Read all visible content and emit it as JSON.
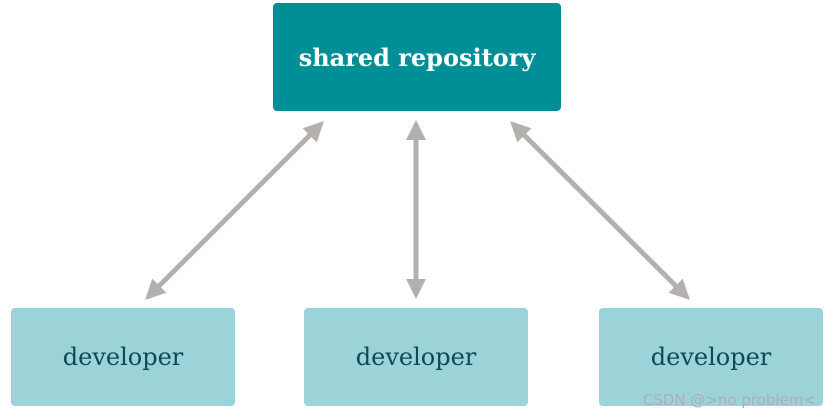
{
  "diagram": {
    "repository": {
      "label": "shared repository"
    },
    "developers": [
      {
        "label": "developer"
      },
      {
        "label": "developer"
      },
      {
        "label": "developer"
      }
    ]
  },
  "colors": {
    "repository_fill": "#008f96",
    "repository_text": "#ffffff",
    "developer_fill": "#9bd3d8",
    "developer_text": "#0d4a55",
    "arrow": "#b3b0ad"
  },
  "watermark": {
    "text": "CSDN @>no problem<"
  }
}
